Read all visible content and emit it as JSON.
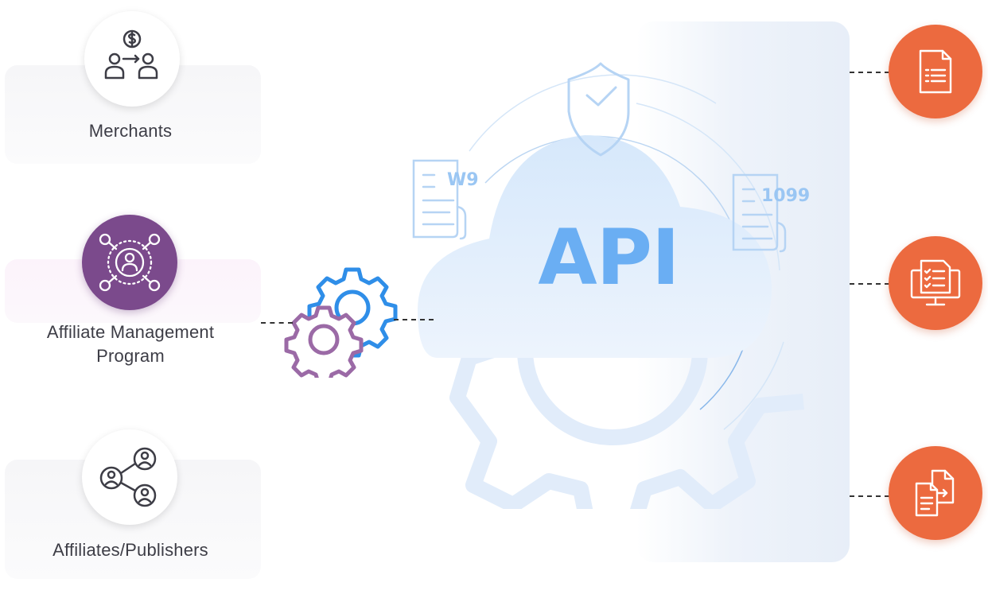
{
  "left_column": {
    "merchants": {
      "label": "Merchants",
      "icon": "merchant-payment-icon"
    },
    "program": {
      "label_line1": "Affiliate Management",
      "label_line2": "Program",
      "icon": "network-user-icon"
    },
    "affiliates": {
      "label": "Affiliates/Publishers",
      "icon": "connected-users-icon"
    }
  },
  "center": {
    "api_label": "API",
    "w9_label": "W9",
    "form1099_label": "1099",
    "icons": [
      "gears-icon",
      "shield-check-icon",
      "cloud-icon",
      "background-gear-icon"
    ]
  },
  "right_column": {
    "icons": [
      "document-icon",
      "monitor-checklist-icon",
      "copy-documents-icon"
    ]
  },
  "colors": {
    "orange": "#ec6a3f",
    "purple": "#7b4a8c",
    "api_blue": "#6aaef3",
    "gear_blue": "#2f8ee8",
    "gear_purple": "#9b6aa6"
  }
}
